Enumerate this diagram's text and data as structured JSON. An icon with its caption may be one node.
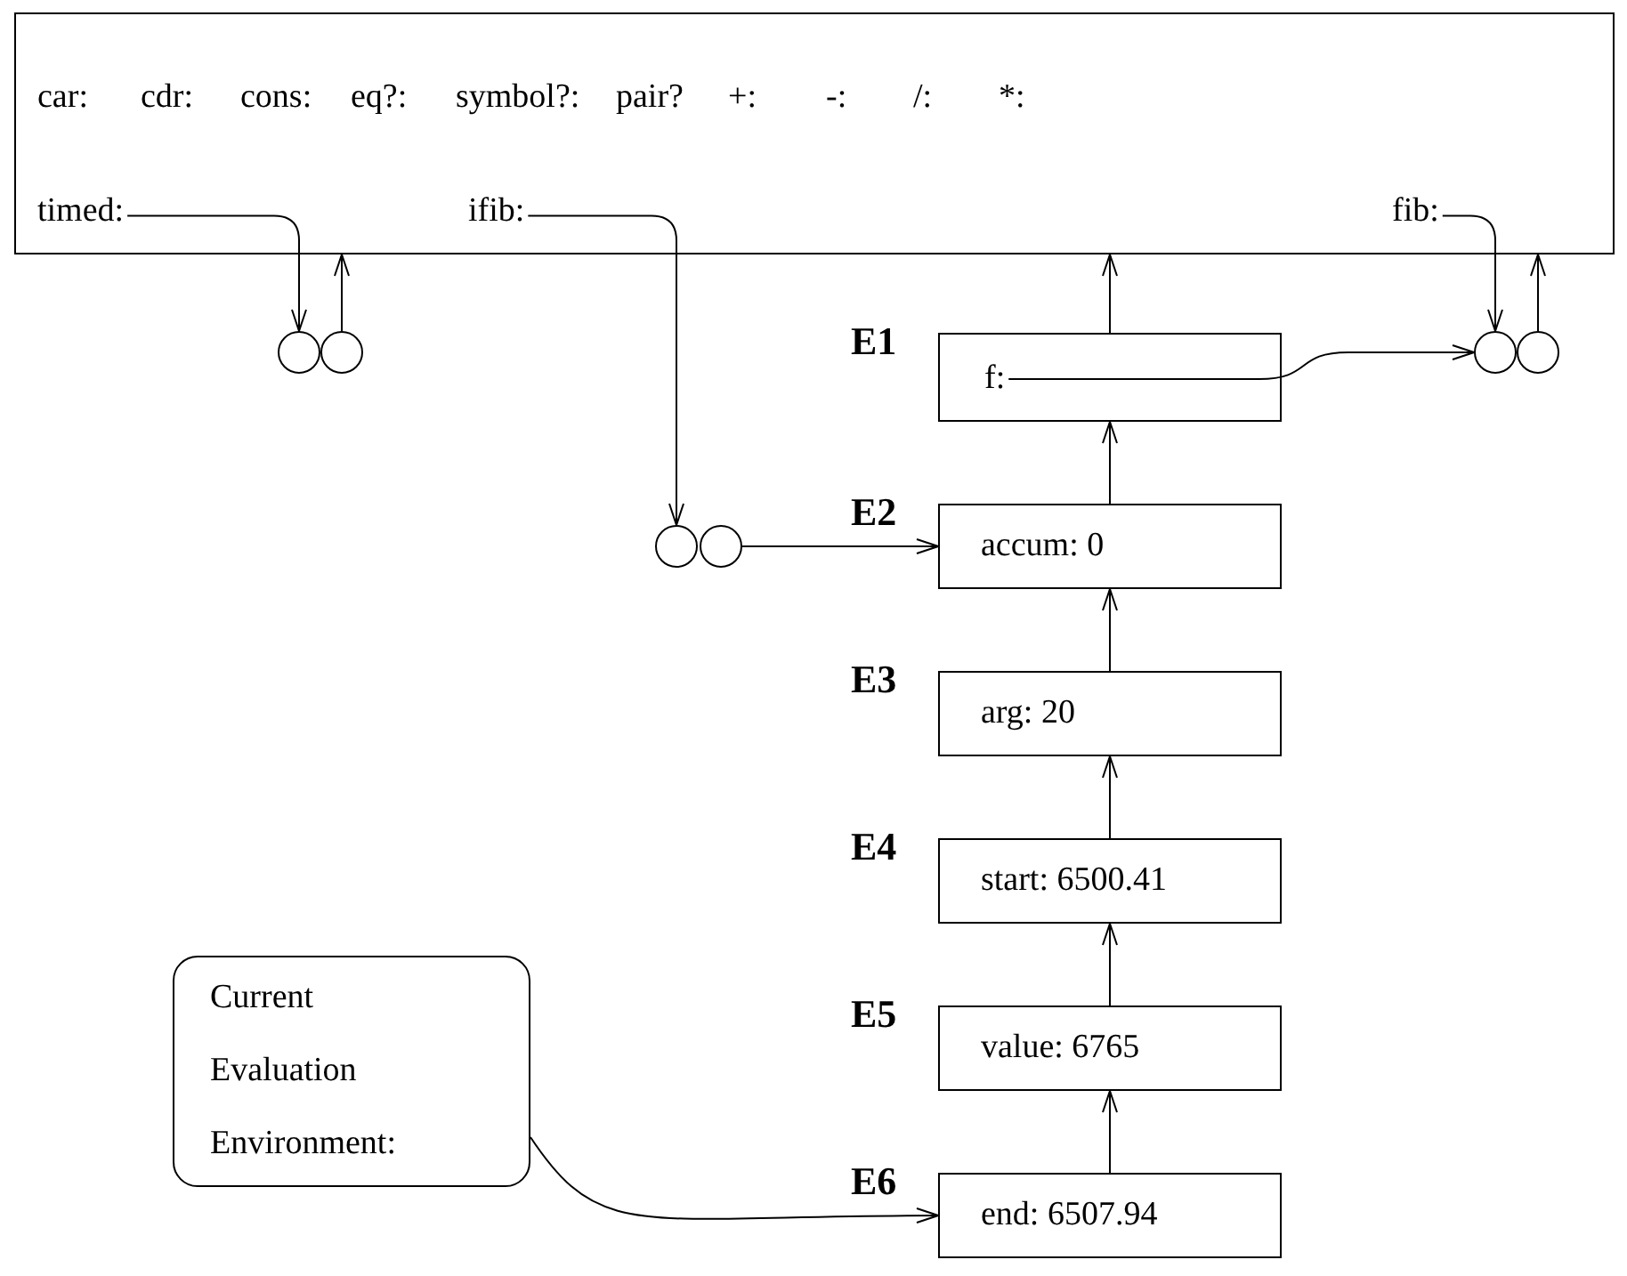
{
  "diagram": {
    "nodes": [
      {
        "text": [
          "car:",
          "cdr:",
          "cons:",
          "eq?:",
          "symbol?:",
          "pair?",
          "+:",
          "-:",
          "/:",
          "*:"
        ]
      },
      {
        "text": [
          "timed:"
        ],
        "in": 0
      },
      {
        "text": [
          "ifib:"
        ],
        "in": 0
      },
      {
        "text": [
          "fib:"
        ],
        "in": 0
      },
      {
        "text": [],
        "shape": "circle"
      },
      {
        "text": [],
        "shape": "circle"
      },
      {
        "text": [],
        "shape": "circle"
      },
      {
        "text": [],
        "shape": "circle"
      },
      {
        "text": [
          "E1"
        ]
      },
      {
        "text": [
          "f:"
        ],
        "in": 8
      },
      {
        "text": [],
        "shape": "circle"
      },
      {
        "text": [],
        "shape": "circle"
      },
      {
        "text": [
          "E2",
          "accum: 0"
        ]
      },
      {
        "text": [
          "E3",
          "arg: 20"
        ]
      },
      {
        "text": [
          "E4",
          "start: 6500.41"
        ]
      },
      {
        "text": [
          "E5",
          "value: 6765"
        ]
      },
      {
        "text": [
          "Current Evaluation Environment:"
        ]
      },
      {
        "text": [
          "E6",
          "end: 6507.94"
        ]
      }
    ],
    "edges": [
      {
        "from": 1,
        "to": 4,
        "arrow": "to"
      },
      {
        "from": 5,
        "to": 0,
        "arrow": "to"
      },
      {
        "from": 2,
        "to": 10,
        "arrow": "to"
      },
      {
        "from": 3,
        "to": 6,
        "arrow": "to"
      },
      {
        "from": 7,
        "to": 0,
        "arrow": "to"
      },
      {
        "from": 8,
        "to": 0,
        "arrow": "to"
      },
      {
        "from": 9,
        "to": 6,
        "arrow": "to"
      },
      {
        "from": 11,
        "to": 12,
        "arrow": "to"
      },
      {
        "from": 12,
        "to": 8,
        "arrow": "to"
      },
      {
        "from": 13,
        "to": 12,
        "arrow": "to"
      },
      {
        "from": 14,
        "to": 13,
        "arrow": "to"
      },
      {
        "from": 15,
        "to": 14,
        "arrow": "to"
      },
      {
        "from": 17,
        "to": 15,
        "arrow": "to"
      },
      {
        "from": 16,
        "to": 17,
        "arrow": "to"
      }
    ]
  }
}
